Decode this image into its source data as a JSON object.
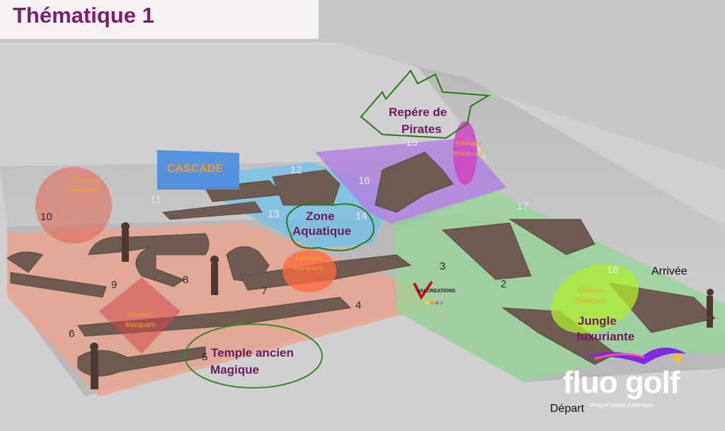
{
  "title": "Thématique 1",
  "zones": {
    "cascade": "CASCADE",
    "zone_aquatique": [
      "Zone",
      "Aquatique"
    ],
    "repere_pirates": [
      "Repére de",
      "Pirates"
    ],
    "temple": [
      "Temple ancien",
      "Magique"
    ],
    "jungle": [
      "Jungle",
      "luxuriante"
    ]
  },
  "marker_label": [
    "Élément",
    "Marquant"
  ],
  "holes": [
    "2",
    "3",
    "4",
    "5",
    "6",
    "7",
    "8",
    "9",
    "10",
    "11",
    "12",
    "13",
    "14",
    "15",
    "16",
    "17",
    "18"
  ],
  "labels": {
    "depart": "Départ",
    "arrivee": "Arrivée"
  },
  "brand": {
    "name": "fluo golf",
    "tagline": "Minigolf Indoor Adventure",
    "watermark": "VALCREATIONS"
  },
  "colors": {
    "title": "#7a1e6e",
    "zone_text": "#6b1d5e",
    "marker_text": "#f1a32c",
    "red_zone": "#e8a48e",
    "blue_zone": "#6fc3ea",
    "purple_zone": "#b07fe0",
    "green_zone": "#98d49a"
  }
}
